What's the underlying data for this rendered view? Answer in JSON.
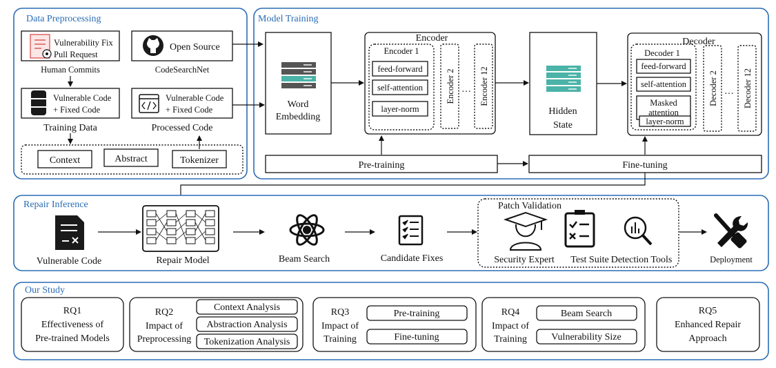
{
  "sections": {
    "data_preprocessing": "Data Preprocessing",
    "model_training": "Model Training",
    "repair_inference": "Repair Inference",
    "our_study": "Our Study"
  },
  "preprocessing": {
    "vuln_fix_line1": "Vulnerability Fix",
    "vuln_fix_line2": "Pull Request",
    "human_commits": "Human Commits",
    "open_source": "Open Source",
    "codesearchnet": "CodeSearchNet",
    "training_box_line1": "Vulnerable Code",
    "training_box_line2": "+ Fixed Code",
    "training_data": "Training Data",
    "processed_box_line1": "Vulnerable Code",
    "processed_box_line2": "+ Fixed Code",
    "processed_code": "Processed Code",
    "context": "Context",
    "abstract": "Abstract",
    "tokenizer": "Tokenizer"
  },
  "training": {
    "word_embedding_line1": "Word",
    "word_embedding_line2": "Embedding",
    "encoder_title": "Encoder",
    "encoder1": "Encoder 1",
    "enc_layers": [
      "feed-forward",
      "self-attention",
      "layer-norm"
    ],
    "encoder2": "Encoder 2",
    "encoder12": "Encoder 12",
    "ellipsis": "…",
    "hidden_line1": "Hidden",
    "hidden_line2": "State",
    "decoder_title": "Decoder",
    "decoder1": "Decoder 1",
    "dec_ff": "feed-forward",
    "dec_sa": "self-attention",
    "dec_masked_line1": "Masked",
    "dec_masked_line2": "attention",
    "dec_ln": "layer-norm",
    "decoder2": "Decoder 2",
    "decoder12": "Decoder 12",
    "pretraining": "Pre-training",
    "finetuning": "Fine-tuning"
  },
  "inference": {
    "vulnerable_code": "Vulnerable Code",
    "repair_model": "Repair Model",
    "beam_search": "Beam Search",
    "candidate_fixes": "Candidate Fixes",
    "patch_validation": "Patch Validation",
    "security_expert": "Security Expert",
    "test_suite": "Test Suite",
    "detection_tools": "Detection Tools",
    "deployment": "Deployment"
  },
  "study": {
    "rq1": {
      "title": "RQ1",
      "line1": "Effectiveness of",
      "line2": "Pre-trained Models"
    },
    "rq2": {
      "title": "RQ2",
      "line1": "Impact of",
      "line2": "Preprocessing",
      "items": [
        "Context Analysis",
        "Abstraction Analysis",
        "Tokenization Analysis"
      ]
    },
    "rq3": {
      "title": "RQ3",
      "line1": "Impact of",
      "line2": "Training",
      "items": [
        "Pre-training",
        "Fine-tuning"
      ]
    },
    "rq4": {
      "title": "RQ4",
      "line1": "Impact of",
      "line2": "Training",
      "items": [
        "Beam Search",
        "Vulnerability Size"
      ]
    },
    "rq5": {
      "title": "RQ5",
      "line1": "Enhanced Repair",
      "line2": "Approach"
    }
  },
  "colors": {
    "accent_blue": "#2a6db5",
    "teal": "#4bb3a8",
    "icon_red": "#d9534f",
    "dark": "#1a1a1a"
  }
}
